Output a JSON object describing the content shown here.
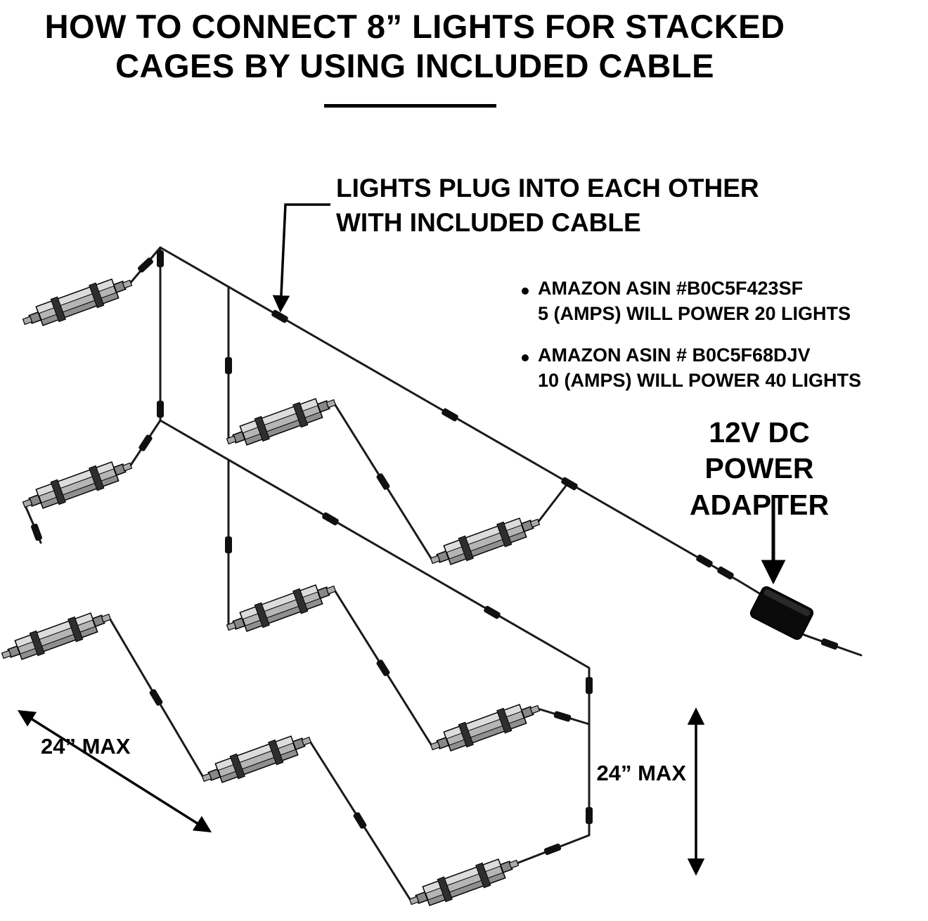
{
  "page": {
    "background": "#ffffff"
  },
  "title": {
    "line1": "HOW TO CONNECT 8” LIGHTS FOR STACKED",
    "line2": "CAGES BY USING INCLUDED CABLE"
  },
  "annotations": {
    "plug_note_line1": "LIGHTS PLUG INTO EACH OTHER",
    "plug_note_line2": "WITH INCLUDED CABLE",
    "bullets": [
      {
        "line1": "AMAZON ASIN #B0C5F423SF",
        "line2": "5 (AMPS) WILL POWER 20 LIGHTS"
      },
      {
        "line1": "AMAZON ASIN # B0C5F68DJV",
        "line2": "10 (AMPS) WILL POWER 40 LIGHTS"
      }
    ],
    "adapter_line1": "12V DC POWER",
    "adapter_line2": "ADAPTER",
    "measure_left": "24” MAX",
    "measure_right": "24” MAX"
  },
  "diagram": {
    "rows": 3,
    "lights_per_row": 3,
    "light_length_label": "8”",
    "colors": {
      "cable": "#1a1a1a",
      "bar_body": "#b5b5b5",
      "bar_top": "#dcdcdc",
      "bar_shade": "#8f8f8f",
      "clip": "#2e2e2e",
      "adapter": "#0b0b0b"
    }
  }
}
